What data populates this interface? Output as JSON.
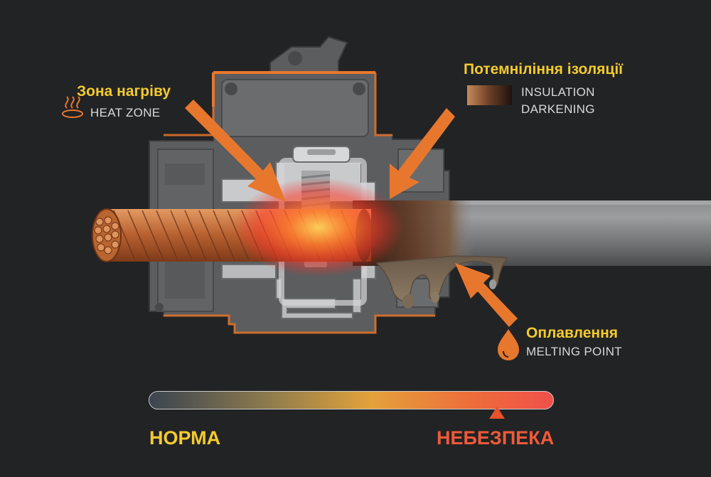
{
  "labels": {
    "heat_zone": {
      "ua": "Зона нагріву",
      "en": "HEAT ZONE",
      "icon": "heat-waves-icon"
    },
    "insulation_darkening": {
      "ua": "Потемніління ізоляції",
      "en_line1": "INSULATION",
      "en_line2": "DARKENING",
      "icon": "darkening-gradient-swatch"
    },
    "melting_point": {
      "ua": "Оплавлення",
      "en": "MELTING POINT",
      "icon": "drop-icon"
    }
  },
  "scale": {
    "left_label": "НОРМА",
    "right_label": "НЕБЕЗПЕКА",
    "marker_level": 0.86
  },
  "colors": {
    "background": "#222324",
    "label_ua": "#f3cb2f",
    "label_en": "#d9d9d9",
    "accent_orange": "#e8772e",
    "danger": "#ef5a3a",
    "normal": "#f3cb2f",
    "housing": "#6e6f71",
    "copper": "#c9743e"
  }
}
